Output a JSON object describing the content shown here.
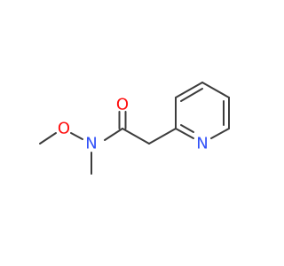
{
  "atoms": {
    "oxygen_carbonyl": {
      "symbol": "O",
      "color": "#ff0d0d"
    },
    "nitrogen_amide": {
      "symbol": "N",
      "color": "#3050f8"
    },
    "oxygen_methoxy": {
      "symbol": "O",
      "color": "#ff0d0d"
    },
    "nitrogen_pyridine": {
      "symbol": "N",
      "color": "#3050f8"
    }
  },
  "bond_color": "#3c3c3c"
}
